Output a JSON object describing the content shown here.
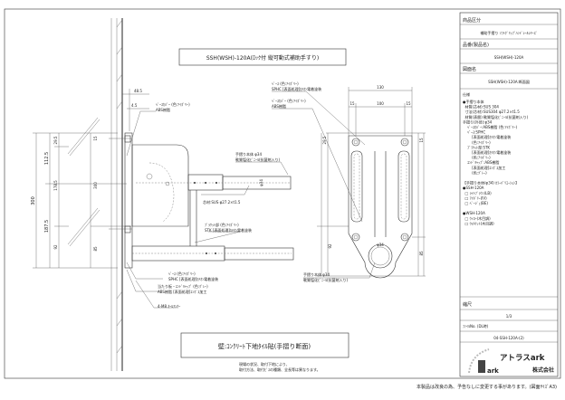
{
  "title_box": "SSH(WSH)-120A(ﾛｯｸ付 縦可動式補助手すり)",
  "section_box": "壁:ｺﾝｸﾘｰﾄ下地ﾀｲﾙ貼(手摺り断面)",
  "install_note": [
    "現場の状況、取付下地により、",
    "取付方法、取付ﾋﾞｽの種類、全長等は異なります。"
  ],
  "footer_note": "本製品は改良の為、予告なしに変更する事があります。(図面ｻｲｽﾞA3)",
  "side_view": {
    "dims": {
      "top_offset": "48.5",
      "wall_offset": "4.5",
      "overall": "300",
      "upper": "112.5",
      "lower": "187.5",
      "d1": "29.5",
      "d2": "178.5",
      "d3": "92",
      "bolt_top": "15",
      "mid": "300",
      "bolt_low": "85",
      "dia": "φ34"
    },
    "labels": {
      "base_cover_1": "ﾍﾞｰｽｶﾊﾞｰ (色:ｱｲﾎﾞﾘｰ)",
      "base_cover_2": "ABS樹脂",
      "rail_1": "手摺り本体 φ34",
      "rail_2": "軟質塩化ﾋﾞﾆｰﾙ(抗菌剤入り)",
      "core": "芯材:SUS φ27.2×t1.5",
      "bracket_1": "ﾌﾞﾗｹｯﾄ部 (色:ｱｲﾎﾞﾘｰ)",
      "bracket_2": "STK [表面処理]ｶﾁｵﾝ電着塗装",
      "base_1": "ﾍﾞｰｽ (色:ｱｲﾎﾞﾘｰ)",
      "base_2": "SPHC [表面処理]ｶﾁｵﾝ電着塗装",
      "endcap_1": "当たり板・ｴﾝﾄﾞｷｬｯﾌﾟ (色:ｸﾞﾚｰ)",
      "endcap_2": "ABS樹脂 [表面処理]ｴﾝﾎﾞｽ加工",
      "anchor": "4-M8 ｵｰﾙｱﾝｶｰ"
    }
  },
  "front_view": {
    "dims": {
      "w_total": "130",
      "w_side_l": "15",
      "w_mid": "100",
      "w_side_r": "15",
      "top": "29.5",
      "top_r": "15",
      "bottom_l": "92",
      "bottom_r": "85",
      "dia": "φ34"
    },
    "labels": {
      "base_1": "ﾍﾞｰｽ (色:ｱｲﾎﾞﾘｰ)",
      "base_2": "SPHC [表面処理]ｶﾁｵﾝ電着塗装",
      "cover_1": "ﾍﾞｰｽｶﾊﾞｰ (色:ｱｲﾎﾞﾘｰ)",
      "cover_2": "ABS樹脂",
      "rail_1": "手摺り本体 φ34",
      "rail_2": "軟質塩化ﾋﾞﾆｰﾙ(抗菌剤入り)"
    }
  },
  "title_block": {
    "category_label": "商品区分",
    "category_value": "補助手摺り ｿﾌﾄｸﾞﾘｯﾌﾟﾊﾝﾄﾞﾚｰﾙｼﾘｰｽﾞ",
    "part_label": "品番(製品名)",
    "part_value": "SSH(WSH)-120A",
    "drawing_label": "図面名",
    "drawing_value": "SSH(WSH)-120A:断面図",
    "spec_title": "仕様",
    "spec_lines": [
      "●手摺り本体",
      "  材質(芯材):SUS 304",
      "  寸法(芯材):SUS304 φ27.2×t1.5",
      "  材質(表層):軟質塩化ﾋﾞﾆｰﾙ(抗菌剤入り)",
      "手摺り(外径):φ34",
      "    ﾍﾞｰｽｶﾊﾞｰ:ABS樹脂 (色:ｱｲﾎﾞﾘｰ)",
      "    ﾍﾞｰｽ:SPHC",
      "        [表面処理]ｶﾁｵﾝ電着塗装",
      "        (色:ｱｲﾎﾞﾘｰ)",
      "    ﾌﾞﾗｹｯﾄ部:STK",
      "        [表面処理]ｶﾁｵﾝ電着塗装",
      "        (色:ｱｲﾎﾞﾘｰ)",
      "    ｴﾝﾄﾞｷｬｯﾌﾟ:ABS樹脂",
      "        [表面処理]ｴﾝﾎﾞｽ加工",
      "        (色:ｸﾞﾚｰ)",
      "",
      "【手摺り本体(φ34) ｶﾗｰﾊﾞﾘｴｰｼｮﾝ】",
      "●SSH-120A",
      "  □ ﾗｲﾄﾌﾞﾗｳﾝ(LB)",
      "  □ ｱｲﾎﾞﾘｰ(IV)",
      "  □ ﾍﾞｰｼﾞｭ(BE)",
      "",
      "●WSH-120A",
      "  □ ｳｨﾛｰ(木目調)",
      "  □ ｳｫﾙﾅｯﾄ(木目調)"
    ],
    "scale_label": "縮尺",
    "scale_value": "1/3",
    "file_label": "ﾌｧｲﾙNo. (DL時)",
    "file_value": "04-SSH-120A-(2)",
    "company_name": "アトラスark",
    "company_suffix": "株式会社"
  }
}
